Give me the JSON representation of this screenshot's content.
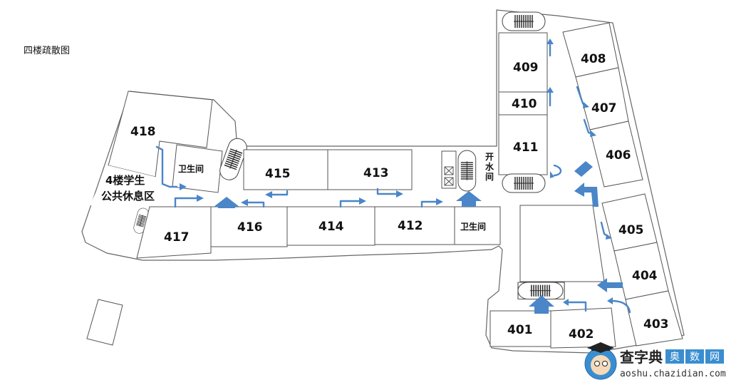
{
  "title": "四楼疏散图",
  "rooms": {
    "r401": "401",
    "r402": "402",
    "r403": "403",
    "r404": "404",
    "r405": "405",
    "r406": "406",
    "r407": "407",
    "r408": "408",
    "r409": "409",
    "r410": "410",
    "r411": "411",
    "r412": "412",
    "r413": "413",
    "r414": "414",
    "r415": "415",
    "r416": "416",
    "r417": "417",
    "r418": "418"
  },
  "labels": {
    "restroom": "卫生间",
    "lounge_line1": "4楼学生",
    "lounge_line2": "公共休息区",
    "water_1": "开",
    "water_2": "水",
    "water_3": "间"
  },
  "watermark": {
    "brand": "查字典",
    "c1": "奥",
    "c2": "数",
    "c3": "网",
    "url": "aoshu.chazidian.com"
  },
  "colors": {
    "arrow": "#4a86c8",
    "wall": "#666666",
    "room_line": "#555555"
  }
}
